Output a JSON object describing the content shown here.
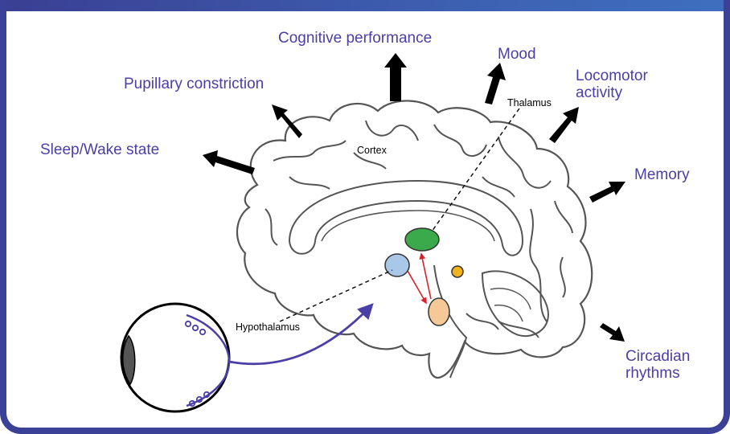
{
  "outcomes": {
    "cognitive": "Cognitive performance",
    "mood": "Mood",
    "locomotor_line1": "Locomotor",
    "locomotor_line2": "activity",
    "pupillary": "Pupillary constriction",
    "sleep": "Sleep/Wake state",
    "memory": "Memory",
    "circadian_line1": "Circadian",
    "circadian_line2": "rhythms"
  },
  "structures": {
    "cortex": "Cortex",
    "thalamus": "Thalamus",
    "hypothalamus": "Hypothalamus"
  },
  "colors": {
    "frame": "#3b4196",
    "label": "#4a3fa6",
    "thalamus_nucleus": "#3aaa4a",
    "scn_nucleus": "#a9c8e8",
    "pineal": "#f2b21c",
    "pituitary": "#f5c898",
    "pathway": "#d8202a",
    "retinal_tract": "#4a3fa6"
  }
}
